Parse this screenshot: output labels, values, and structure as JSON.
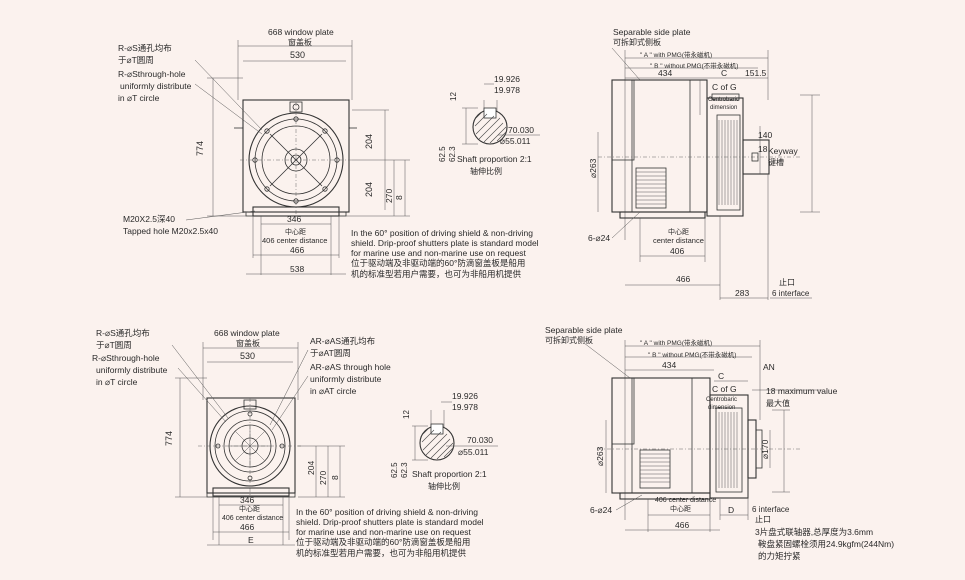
{
  "top_front": {
    "window_plate_en": "668 window plate",
    "window_plate_cn": "窗盖板",
    "dim_530": "530",
    "dim_774": "774",
    "dim_204_a": "204",
    "dim_204_b": "204",
    "dim_270": "270",
    "dim_8": "8",
    "dim_346": "346",
    "center_distance_cn": "中心距",
    "center_distance_en": "406 center distance",
    "dim_466": "466",
    "dim_538": "538",
    "rs_cn_1": "R-⌀S通孔均布",
    "rs_cn_2": "于⌀T圆周",
    "rs_en_1": "R-⌀Sthrough-hole",
    "rs_en_2": "uniformly distribute",
    "rs_en_3": "in  ⌀T circle",
    "tap_cn": "M20X2.5深40",
    "tap_en": "Tapped hole M20x2.5x40"
  },
  "top_shaft": {
    "d1": "19.926",
    "d2": "19.978",
    "d_12": "12",
    "d3": "70.030",
    "d4": "⌀55.011",
    "d_625": "62.5",
    "d_623": "62.3",
    "caption_en": "Shaft proportion 2:1",
    "caption_cn": "轴伸比例"
  },
  "top_note": {
    "line1": "In the 60° position of driving shield & non-driving",
    "line2": "shield. Drip-proof shutters plate is standard model",
    "line3": "for marine use and non-marine use on request",
    "line4": "位于驱动端及非驱动端的60°防滴窗盖板是船用",
    "line5": "机的标准型若用户需要，也可为非船用机提供"
  },
  "top_side": {
    "sep_en": "Separable side plate",
    "sep_cn": "可拆卸式侧板",
    "a_label": "\" A \" with PMG(带永磁机)",
    "b_label": "\" B \" without PMG(不带永磁机)",
    "dim_434": "434",
    "dim_c": "C",
    "dim_1515": "151.5",
    "c_of_g": "C of G",
    "centroid_cn": "Centrobaric",
    "centroid_en": "dimension",
    "dim_263": "⌀263",
    "dim_140": "140",
    "dim_18": "18",
    "keyway_en": "Keyway",
    "keyway_cn": "键槽",
    "holes": "6-⌀24",
    "center_cn": "中心距",
    "center_en": "center distance",
    "dim_406": "406",
    "dim_466": "466",
    "dim_283": "283",
    "stop_cn": "止口",
    "stop_en": "6 interface"
  },
  "bot_front": {
    "window_plate_en": "668 window plate",
    "window_plate_cn": "窗盖板",
    "dim_530": "530",
    "dim_774": "774",
    "dim_204": "204",
    "dim_270": "270",
    "dim_8": "8",
    "dim_346": "346",
    "center_distance_en": "406 center distance",
    "center_distance_cn": "中心距",
    "dim_466": "466",
    "dim_e": "E",
    "rs_cn_1": "R-⌀S通孔均布",
    "rs_cn_2": "于⌀T圆周",
    "rs_en_1": "R-⌀Sthrough-hole",
    "rs_en_2": "uniformly distribute",
    "rs_en_3": "in  ⌀T circle",
    "ar_cn_1": "AR-⌀AS通孔均布",
    "ar_cn_2": "于⌀AT圆周",
    "ar_en_1": "AR-⌀AS through hole",
    "ar_en_2": "uniformly distribute",
    "ar_en_3": "in ⌀AT circle"
  },
  "bot_shaft": {
    "d1": "19.926",
    "d2": "19.978",
    "d_12": "12",
    "d3": "70.030",
    "d4": "⌀55.011",
    "d_625": "62.5",
    "d_623": "62.3",
    "caption_en": "Shaft proportion 2:1",
    "caption_cn": "轴伸比例"
  },
  "bot_note": {
    "line1": "In the 60° position of driving shield & non-driving",
    "line2": "shield. Drip-proof shutters plate is standard model",
    "line3": "for marine use and non-marine use on request",
    "line4": "位于驱动端及非驱动端的60°防滴窗盖板是船用",
    "line5": "机的标准型若用户需要，也可为非船用机提供"
  },
  "bot_side": {
    "sep_en": "Separable side plate",
    "sep_cn": "可拆卸式侧板",
    "a_label": "\" A \" with PMG(带永磁机)",
    "b_label": "\" B \" without PMG(不带永磁机)",
    "dim_434": "434",
    "dim_c": "C",
    "c_of_g": "C of G",
    "centroid_en": "Centrobaric",
    "centroid_en2": "dimension",
    "an": "AN",
    "max_en": "18 maximum value",
    "max_cn": "最大值",
    "dim_263": "⌀263",
    "dim_170": "⌀170",
    "holes": "6-⌀24",
    "center_en": "406 center distance",
    "center_cn": "中心距",
    "dim_466": "466",
    "dim_d": "D",
    "stop_en": "6 interface",
    "stop_cn": "止口",
    "coupling_1": "3片盘式联轴器,总厚度为3.6mm",
    "coupling_2": "鞍盘紧固螺栓须用24.9kgfm(244Nm)",
    "coupling_3": "的力矩拧紧"
  }
}
